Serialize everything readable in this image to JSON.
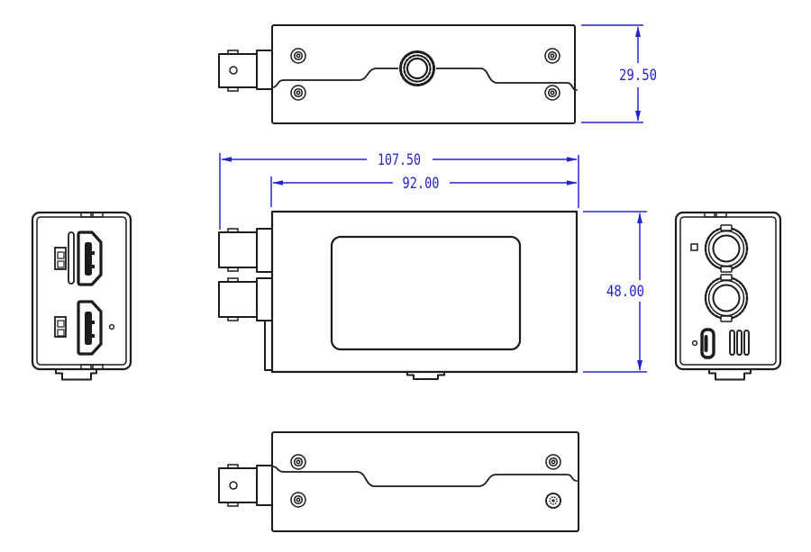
{
  "drawing": {
    "background": "#ffffff",
    "line_color": "#1c1c1c",
    "dimension_color": "#2424cf",
    "dimensions": {
      "top_height": {
        "value": "29.50"
      },
      "overall_width": {
        "value": "107.50"
      },
      "body_width": {
        "value": "92.00"
      },
      "front_height": {
        "value": "48.00"
      }
    }
  }
}
